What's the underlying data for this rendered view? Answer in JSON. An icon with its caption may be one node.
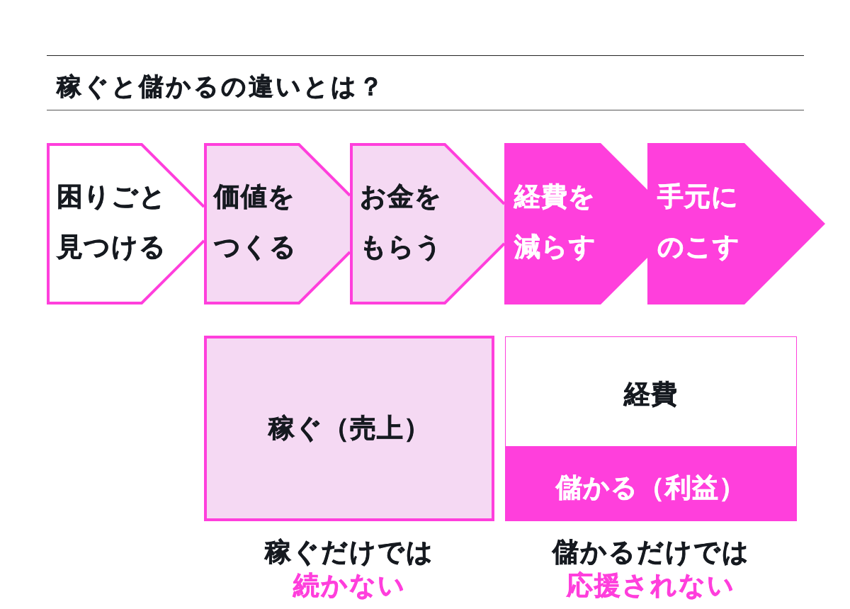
{
  "diagram": {
    "title": "稼ぐと儲かるの違いとは？",
    "nodes": [
      {
        "text": [
          "困りごと見つける"
        ]
      },
      {
        "text": [
          "価値をつくる"
        ]
      },
      {
        "text": [
          "お金をもらう"
        ]
      },
      {
        "text": [
          "経費を減らす"
        ]
      },
      {
        "text": [
          "手元にのこす"
        ]
      },
      {
        "text": [
          "稼ぐ（売上）"
        ],
        "beside": [
          "稼ぐだけでは",
          "続かない"
        ]
      },
      {
        "text": [
          "経費"
        ]
      },
      {
        "text": [
          "儲かる（利益）"
        ],
        "beside": [
          "儲かるだけでは",
          "応援されない"
        ]
      }
    ]
  }
}
